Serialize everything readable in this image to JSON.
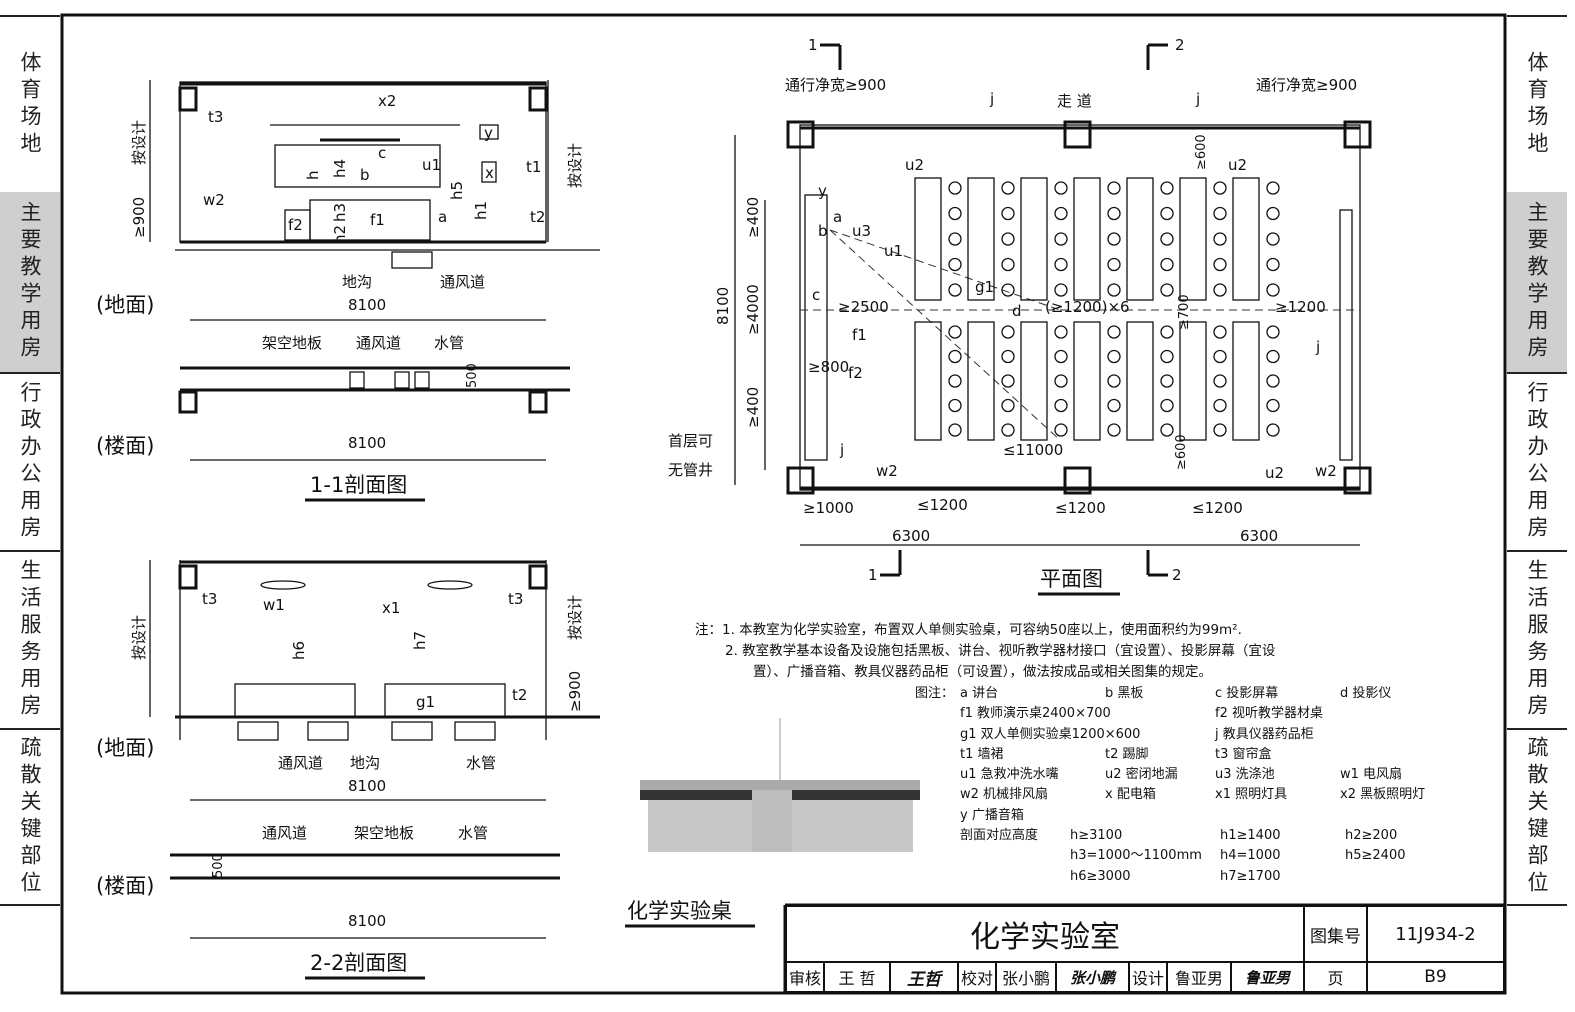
{
  "side_tabs": [
    "体育场地",
    "主要教学用房",
    "行政办公用房",
    "生活服务用房",
    "疏散关键部位"
  ],
  "active_tab": "主要教学用房",
  "section_1_1": {
    "title": "1-1剖面图",
    "ground_label": "(地面)",
    "floor_label": "(楼面)",
    "width_dim": "8100",
    "labels": [
      "t3",
      "x2",
      "y",
      "c",
      "按设计",
      "h4",
      "h",
      "b",
      "u1",
      "x",
      "t1",
      "按设计",
      "h5",
      "≥900",
      "w2",
      "f2",
      "h3",
      "h2",
      "f1",
      "a",
      "h1",
      "t2",
      "地沟",
      "通风道",
      "架空地板",
      "通风道",
      "水管",
      "500",
      "8100"
    ]
  },
  "section_2_2": {
    "title": "2-2剖面图",
    "ground_label": "(地面)",
    "floor_label": "(楼面)",
    "width_dim": "8100",
    "labels": [
      "t3",
      "w1",
      "x1",
      "t3",
      "按设计",
      "按设计",
      "h6",
      "h7",
      "g1",
      "t2",
      "≥900",
      "通风道",
      "地沟",
      "水管",
      "通风道",
      "架空地板",
      "水管",
      "500",
      "8100"
    ]
  },
  "plan": {
    "title": "平面图",
    "labels": [
      "1",
      "2",
      "通行净宽≥900",
      "走 道",
      "通行净宽≥900",
      "j",
      "j",
      "u2",
      "u2",
      "≥600",
      "y",
      "a",
      "b",
      "u3",
      "u1",
      "c",
      "≥2500",
      "g1",
      "d",
      "(≥1200)×6",
      "≥1200",
      "f1",
      "≥800",
      "f2",
      "j",
      "≤11000",
      "≥700",
      "j",
      "首层可",
      "无管井",
      "w2",
      "u2",
      "w2",
      "≥600",
      "≥1000",
      "≤1200",
      "≤1200",
      "≤1200",
      "6300",
      "6300",
      "8100",
      "≥4000",
      "≥400",
      "≥400",
      "1",
      "2"
    ]
  },
  "desk_title": "化学实验桌",
  "notes": {
    "prefix": "注：",
    "items": [
      "1.  本教室为化学实验室，布置双人单侧实验桌，可容纳50座以上，使用面积约为99m².",
      "2.  教室教学基本设备及设施包括黑板、讲台、视听教学器材接口（宜设置）、投影屏幕（宜设",
      "置）、广播音箱、教具仪器药品柜（可设置），做法按成品或相关图集的规定。"
    ]
  },
  "legend": {
    "title": "图注：",
    "rows": [
      [
        "a  讲台",
        "b  黑板",
        "c  投影屏幕",
        "d  投影仪"
      ],
      [
        "f1 教师演示桌2400×700",
        "",
        "f2 视听教学器材桌",
        ""
      ],
      [
        "g1 双人单侧实验桌1200×600",
        "",
        "j  教具仪器药品柜",
        ""
      ],
      [
        "t1 墙裙",
        "t2 踢脚",
        "t3 窗帘盒",
        ""
      ],
      [
        "u1 急救冲洗水嘴",
        "u2 密闭地漏",
        "u3 洗涤池",
        "w1 电风扇"
      ],
      [
        "w2 机械排风扇",
        "x  配电箱",
        "x1 照明灯具",
        "x2 黑板照明灯"
      ],
      [
        "y  广播音箱",
        "",
        "",
        ""
      ]
    ],
    "heights_label": "剖面对应高度",
    "heights": [
      [
        "h≥3100",
        "h1≥1400",
        "h2≥200"
      ],
      [
        "h3=1000～1100mm",
        "h4=1000",
        "h5≥2400"
      ],
      [
        "h6≥3000",
        "h7≥1700",
        ""
      ]
    ]
  },
  "title_block": {
    "title": "化学实验室",
    "atlas_label": "图集号",
    "atlas_no": "11J934-2",
    "review_label": "审核",
    "reviewer": "王 哲",
    "reviewer_sign": "王哲",
    "check_label": "校对",
    "checker": "张小鹏",
    "checker_sign": "张小鹏",
    "design_label": "设计",
    "designer": "鲁亚男",
    "designer_sign": "鲁亚男",
    "page_label": "页",
    "page": "B9"
  }
}
